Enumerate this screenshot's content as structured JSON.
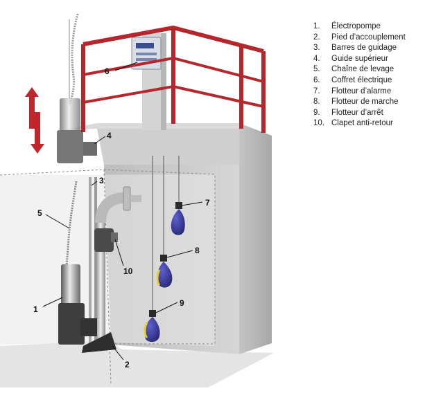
{
  "legend": [
    {
      "num": "1.",
      "label": "Électropompe"
    },
    {
      "num": "2.",
      "label": "Pied d’accouplement"
    },
    {
      "num": "3.",
      "label": "Barres de guidage"
    },
    {
      "num": "4.",
      "label": "Guide supérieur"
    },
    {
      "num": "5.",
      "label": "Chaîne de levage"
    },
    {
      "num": "6.",
      "label": "Coffret électrique"
    },
    {
      "num": "7.",
      "label": "Flotteur d’alarme"
    },
    {
      "num": "8.",
      "label": "Flotteur de marche"
    },
    {
      "num": "9.",
      "label": "Flotteur d’arrêt"
    },
    {
      "num": "10.",
      "label": "Clapet anti-retour"
    }
  ],
  "callouts": {
    "c1": "1",
    "c2": "2",
    "c3": "3",
    "c4": "4",
    "c5": "5",
    "c6": "6",
    "c7": "7",
    "c8": "8",
    "c9": "9",
    "c10": "10"
  },
  "colors": {
    "railing": "#b3272d",
    "arrow": "#c0272d",
    "concrete": "#c9c9c9",
    "float": "#3a3a9e",
    "float_yellow": "#e3d22a"
  }
}
